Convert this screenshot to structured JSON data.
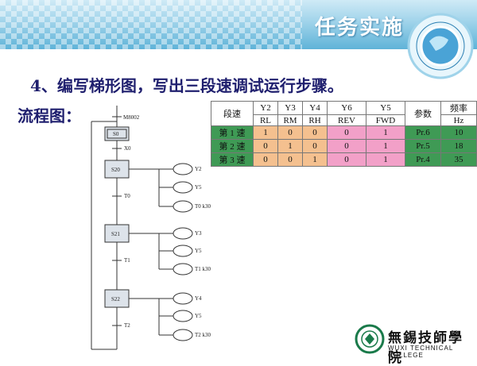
{
  "header": {
    "title": "任务实施"
  },
  "heading": "4、编写梯形图，写出三段速调试运行步骤。",
  "flow_label": "流程图：",
  "flowchart": {
    "init_condition": "M8002",
    "s0": "S0",
    "x0": "X0",
    "steps": [
      {
        "name": "S20",
        "outputs": [
          "Y2",
          "Y5",
          "T0 k30"
        ],
        "transition": "T0"
      },
      {
        "name": "S21",
        "outputs": [
          "Y3",
          "Y5",
          "T1 k30"
        ],
        "transition": "T1"
      },
      {
        "name": "S22",
        "outputs": [
          "Y4",
          "Y5",
          "T2 k30"
        ],
        "transition": "T2"
      }
    ]
  },
  "table": {
    "col0": "段速",
    "headers": [
      {
        "top": "Y2",
        "bottom": "RL"
      },
      {
        "top": "Y3",
        "bottom": "RM"
      },
      {
        "top": "Y4",
        "bottom": "RH"
      },
      {
        "top": "Y6",
        "bottom": "REV"
      },
      {
        "top": "Y5",
        "bottom": "FWD"
      }
    ],
    "param": "参数",
    "freq_top": "频率",
    "freq_bottom": "Hz",
    "rows": [
      {
        "label": "第 1 速",
        "vals": [
          "1",
          "0",
          "0",
          "0",
          "1"
        ],
        "param": "Pr.6",
        "freq": "10"
      },
      {
        "label": "第 2 速",
        "vals": [
          "0",
          "1",
          "0",
          "0",
          "1"
        ],
        "param": "Pr.5",
        "freq": "18"
      },
      {
        "label": "第 3 速",
        "vals": [
          "0",
          "0",
          "1",
          "0",
          "1"
        ],
        "param": "Pr.4",
        "freq": "35"
      }
    ]
  },
  "logo": {
    "cn": "無錫技師學院",
    "en": "WUXI TECHNICAL COLLEGE"
  },
  "colors": {
    "heading": "#1f1f6e",
    "header_blue": "#5fb3d8",
    "table_green": "#3f9a55"
  }
}
